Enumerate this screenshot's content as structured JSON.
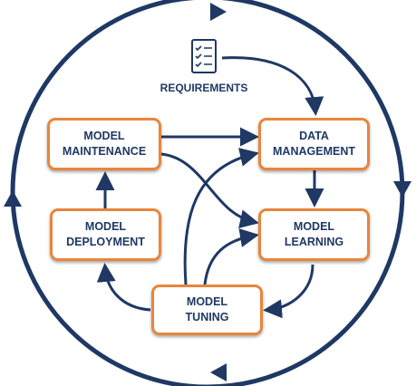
{
  "colors": {
    "navy": "#1f3864",
    "orange": "#e8853d",
    "background": "#ffffff"
  },
  "requirements": {
    "label": "REQUIREMENTS",
    "icon": "checklist-icon"
  },
  "nodes": {
    "model_maintenance": {
      "line1": "MODEL",
      "line2": "MAINTENANCE"
    },
    "data_management": {
      "line1": "DATA",
      "line2": "MANAGEMENT"
    },
    "model_deployment": {
      "line1": "MODEL",
      "line2": "DEPLOYMENT"
    },
    "model_learning": {
      "line1": "MODEL",
      "line2": "LEARNING"
    },
    "model_tuning": {
      "line1": "MODEL",
      "line2": "TUNING"
    }
  },
  "cycle": {
    "direction": "clockwise",
    "arrowheads": 4
  }
}
